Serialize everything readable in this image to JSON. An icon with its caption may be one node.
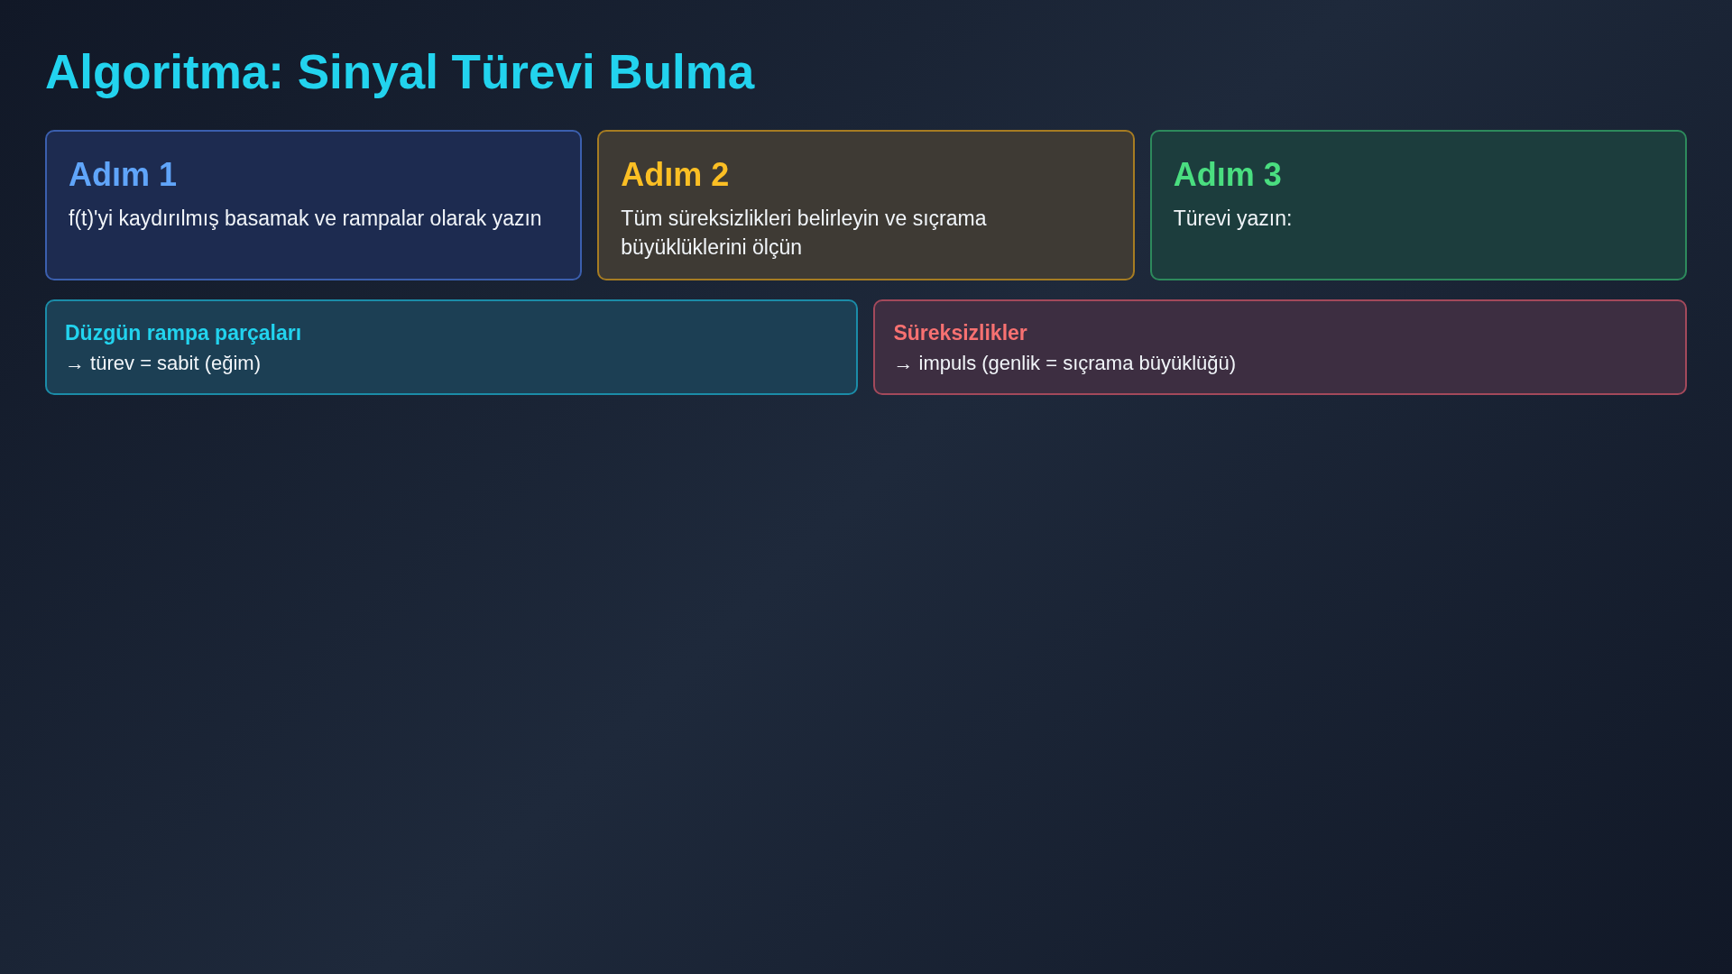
{
  "diagram": {
    "title": "Algoritma: Sinyal Türevi Bulma",
    "nodes": [
      {
        "text": [
          "Adım 1",
          "f(t)'yi kaydırılmış basamak ve rampalar olarak yazın"
        ]
      },
      {
        "text": [
          "Adım 2",
          "Tüm süreksizlikleri belirleyin ve sıçrama büyüklüklerini ölçün"
        ]
      },
      {
        "text": [
          "Adım 3",
          "Türevi yazın:"
        ]
      },
      {
        "text": [
          "Düzgün rampa parçaları",
          "→ türev = sabit (eğim)"
        ]
      },
      {
        "text": [
          "Süreksizlikler",
          "→ impuls (genlik = sıçrama büyüklüğü)"
        ]
      }
    ]
  }
}
